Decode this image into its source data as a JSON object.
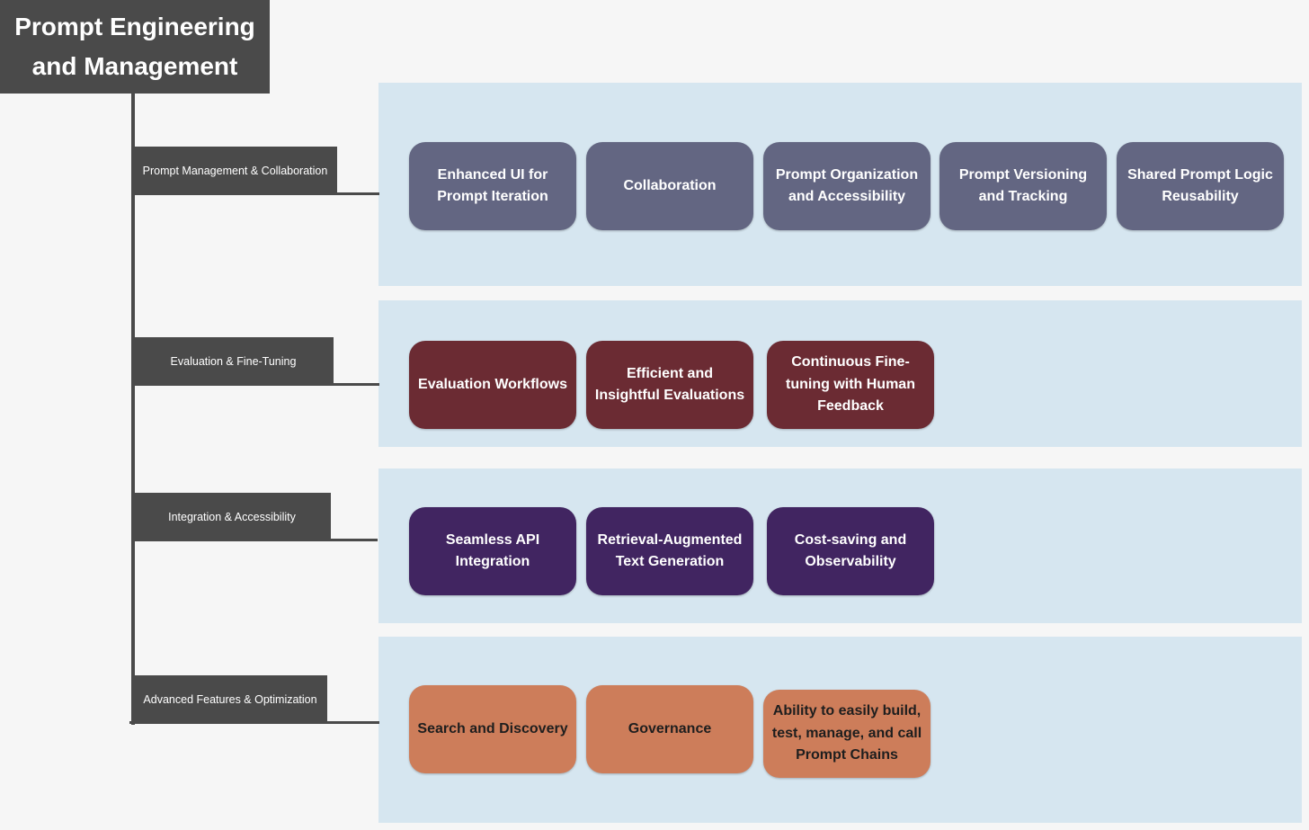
{
  "title": "Prompt Engineering and Management",
  "colors": {
    "trunk": "#4a4a4a",
    "band": "#d6e6f0",
    "slate": "#636682",
    "maroon": "#6b2b33",
    "purple": "#412561",
    "orange": "#cd7d5a"
  },
  "categories": [
    {
      "label": "Prompt Management & Collaboration",
      "nodes": [
        "Enhanced UI for Prompt Iteration",
        "Collaboration",
        "Prompt Organization and Accessibility",
        "Prompt Versioning and Tracking",
        "Shared Prompt Logic Reusability"
      ]
    },
    {
      "label": "Evaluation & Fine-Tuning",
      "nodes": [
        "Evaluation Workflows",
        "Efficient and Insightful Evaluations",
        "Continuous Fine-tuning with Human Feedback"
      ]
    },
    {
      "label": "Integration & Accessibility",
      "nodes": [
        "Seamless API Integration",
        "Retrieval-Augmented Text Generation",
        "Cost-saving and Observability"
      ]
    },
    {
      "label": "Advanced Features & Optimization",
      "nodes": [
        "Search and Discovery",
        "Governance",
        "Ability to easily build, test, manage, and call Prompt Chains"
      ]
    }
  ]
}
